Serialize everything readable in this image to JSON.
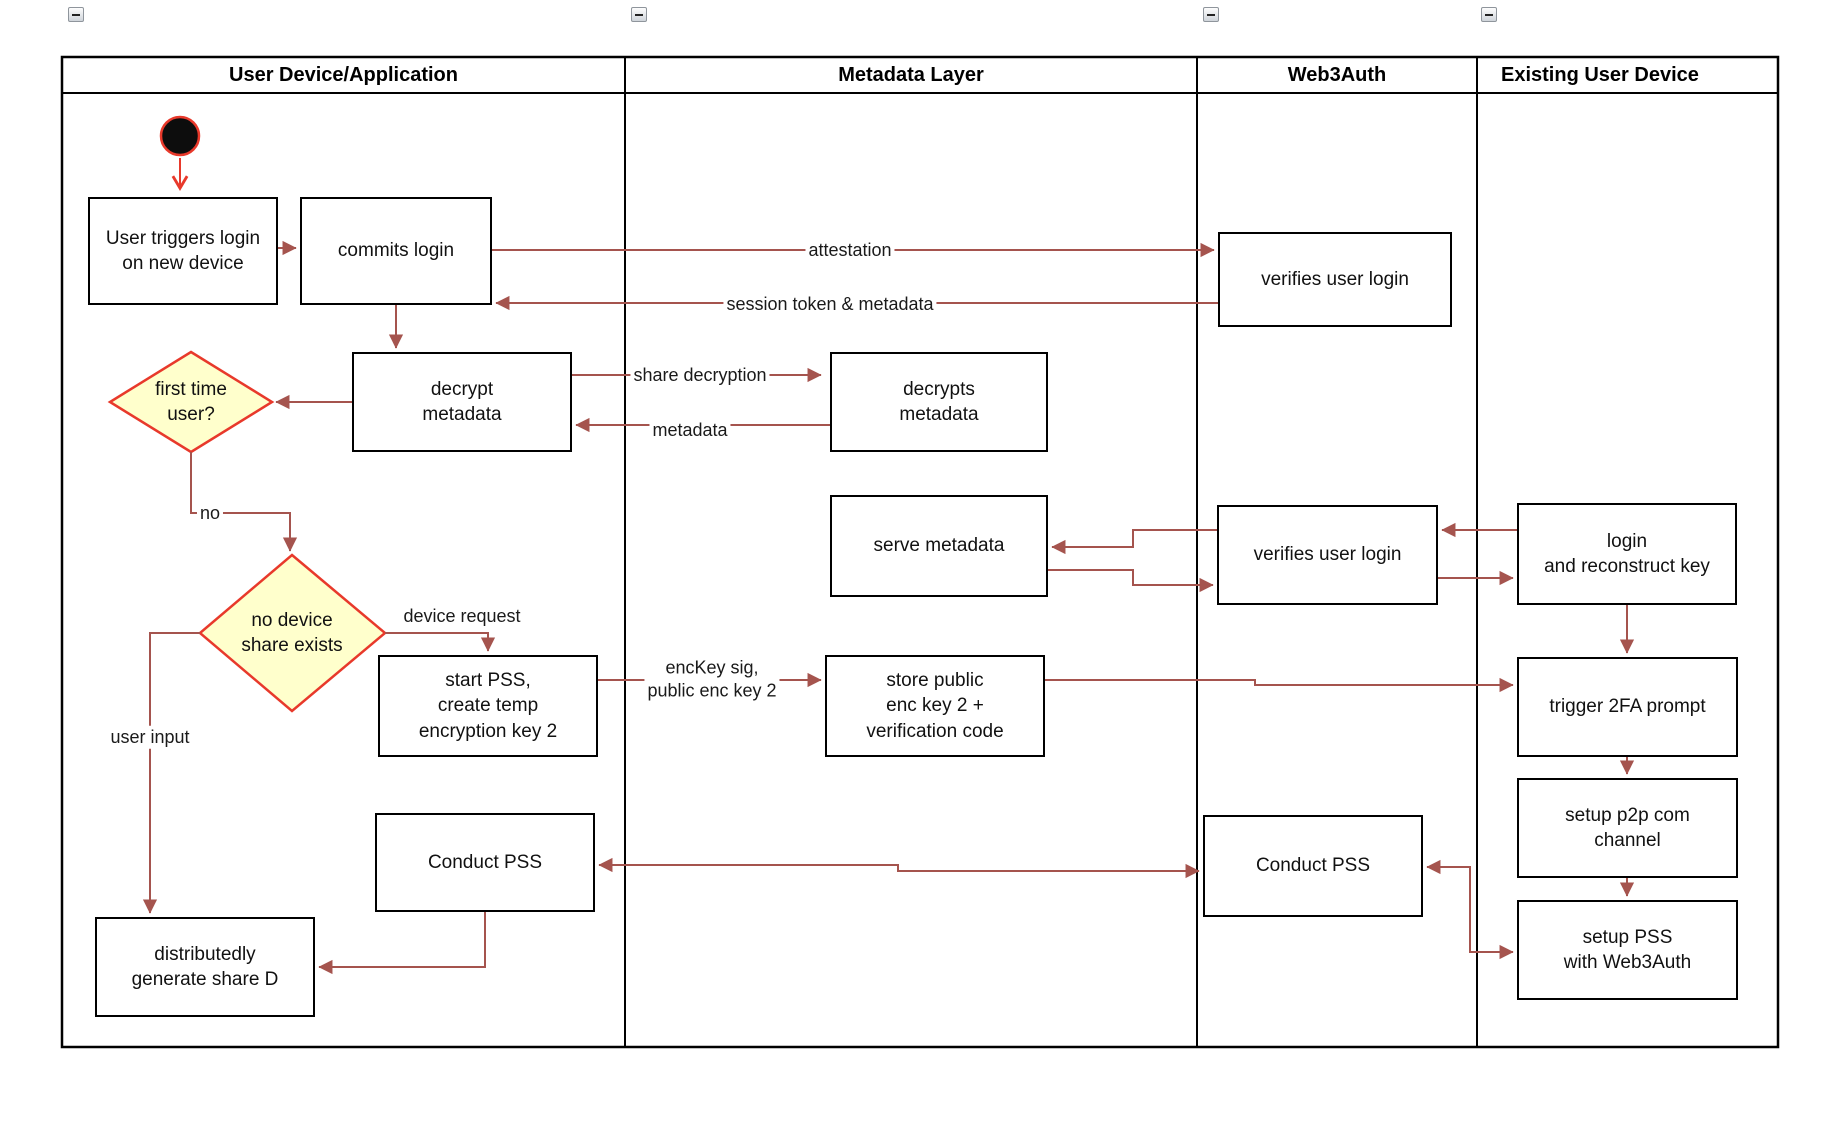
{
  "diagram": {
    "kind": "activity-swimlane-flowchart",
    "lanes": [
      {
        "title": "User Device/Application"
      },
      {
        "title": "Metadata Layer"
      },
      {
        "title": "Web3Auth"
      },
      {
        "title": "Existing User Device"
      }
    ],
    "icons": {
      "collapse": "minus-square-collapse-button"
    },
    "colors": {
      "connector": "#A5544E",
      "accent_red": "#E8392B",
      "decision_fill": "#FFFFCC",
      "node_border": "#000000",
      "node_fill": "#FFFFFF",
      "start_node_fill": "#0D0D0D"
    },
    "nodes": {
      "a1_user_triggers": "User triggers login\non new device",
      "a2_commits_login": "commits login",
      "w1_verifies_login": "verifies user login",
      "a3_decrypt_metadata": "decrypt\nmetadata",
      "m1_decrypts_metadata": "decrypts\nmetadata",
      "d1_first_time_user": "first time\nuser?",
      "d2_no_device_share": "no device\nshare exists",
      "m3_serve_metadata": "serve metadata",
      "w2_verifies_login": "verifies user login",
      "l1_login_reconstruct": "login\nand reconstruct key",
      "a6_start_pss": "start PSS,\ncreate temp\nencryption key 2",
      "m2_store_public_key": "store public\nenc key 2 +\nverification code",
      "e1_trigger_2fa": "trigger 2FA prompt",
      "e2_setup_p2p": "setup p2p com\nchannel",
      "e3_setup_pss": "setup PSS\nwith Web3Auth",
      "w3_conduct_pss": "Conduct PSS",
      "a4_conduct_pss": "Conduct PSS",
      "a5_generate_share": "distributedly\ngenerate share D"
    },
    "edge_labels": {
      "attestation": "attestation",
      "session_token": "session token & metadata",
      "share_decryption": "share decryption",
      "metadata": "metadata",
      "no": "no",
      "device_request": "device request",
      "user_input": "user input",
      "enckey": "encKey sig,\npublic enc key 2"
    }
  }
}
